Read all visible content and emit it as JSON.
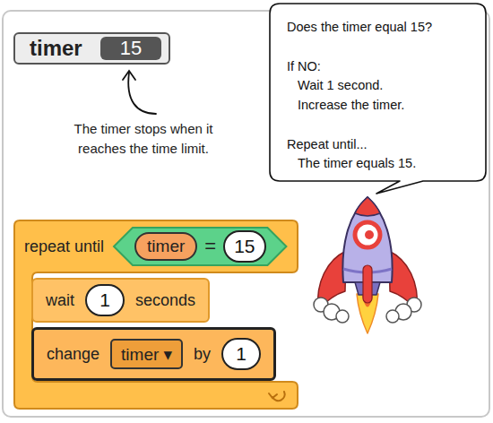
{
  "diagram": {
    "nodes": [
      {
        "text": [
          "timer"
        ]
      },
      {
        "text": [
          "15"
        ],
        "in": 0
      },
      {
        "text": [
          "Does the timer equal 15?",
          "If NO:",
          "Wait 1 second.",
          "Increase the timer.",
          "Repeat until...",
          "The timer equals 15."
        ]
      },
      {
        "text": [
          "repeat until"
        ]
      },
      {
        "text": [
          "="
        ],
        "in": 3
      },
      {
        "text": [
          "timer"
        ],
        "in": 4
      },
      {
        "text": [
          "15"
        ],
        "in": 4
      },
      {
        "text": [
          "wait",
          "seconds"
        ],
        "in": 3
      },
      {
        "text": [
          "1"
        ],
        "in": 7
      },
      {
        "text": [
          "change",
          "by"
        ],
        "in": 3
      },
      {
        "text": [
          "timer ▾"
        ],
        "in": 9
      },
      {
        "text": [
          "1"
        ],
        "in": 9
      }
    ],
    "labels": [
      "The timer stops when it reaches the time limit."
    ]
  }
}
